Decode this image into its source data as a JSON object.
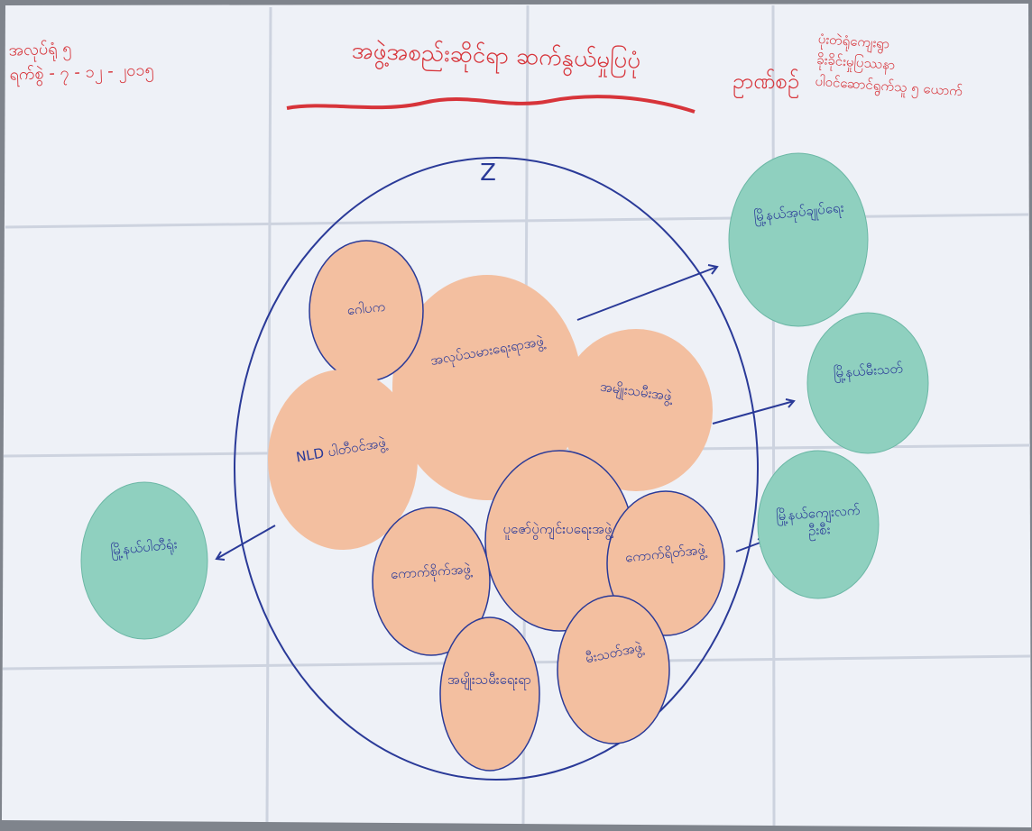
{
  "poster": {
    "header_left": "အလုပ်ရုံ ၅\nရက်စွဲ - ၇ - ၁၂ - ၂၀၁၅",
    "title": "အဖွဲ့အစည်းဆိုင်ရာ ဆက်နွယ်မှုပြပုံ",
    "header_center_right": "ဥာဏ်စဉ်",
    "header_right": "ပုံးတဲရုံကျေးရွာ\nခိုးခိုင်းမှုပြဿနာ\nပါဝင်ဆောင်ရွက်သူ ၅ ယောက်",
    "center_mark": "Z"
  },
  "inner_groups": [
    {
      "label": "ဂေါပက"
    },
    {
      "label": "အလုပ်သမားရေးရာအဖွဲ့"
    },
    {
      "label": "အမျိုးသမီးအဖွဲ့"
    },
    {
      "label": "NLD ပါတီဝင်အဖွဲ့"
    },
    {
      "label": "ပူဇော်ပွဲကျင်းပရေးအဖွဲ့"
    },
    {
      "label": "ကောက်စိုက်အဖွဲ့"
    },
    {
      "label": "ကောက်ရိတ်အဖွဲ့"
    },
    {
      "label": "မီးသတ်အဖွဲ့"
    },
    {
      "label": "အမျိုးသမီးရေးရာ"
    }
  ],
  "outer_groups": [
    {
      "label": "မြို့နယ်အုပ်ချုပ်ရေး"
    },
    {
      "label": "မြို့နယ်မီးသတ်"
    },
    {
      "label": "မြို့နယ်ကျေးလက်ဦးစီး"
    },
    {
      "label": "မြို့နယ်ပါတီရုံး"
    }
  ],
  "colors": {
    "paper": "#eef1f7",
    "inner_circle_fill": "#f3bfa0",
    "outer_circle_fill": "#8fd0bf",
    "pen_blue": "#2a3a98",
    "marker_red": "#d7343a"
  }
}
